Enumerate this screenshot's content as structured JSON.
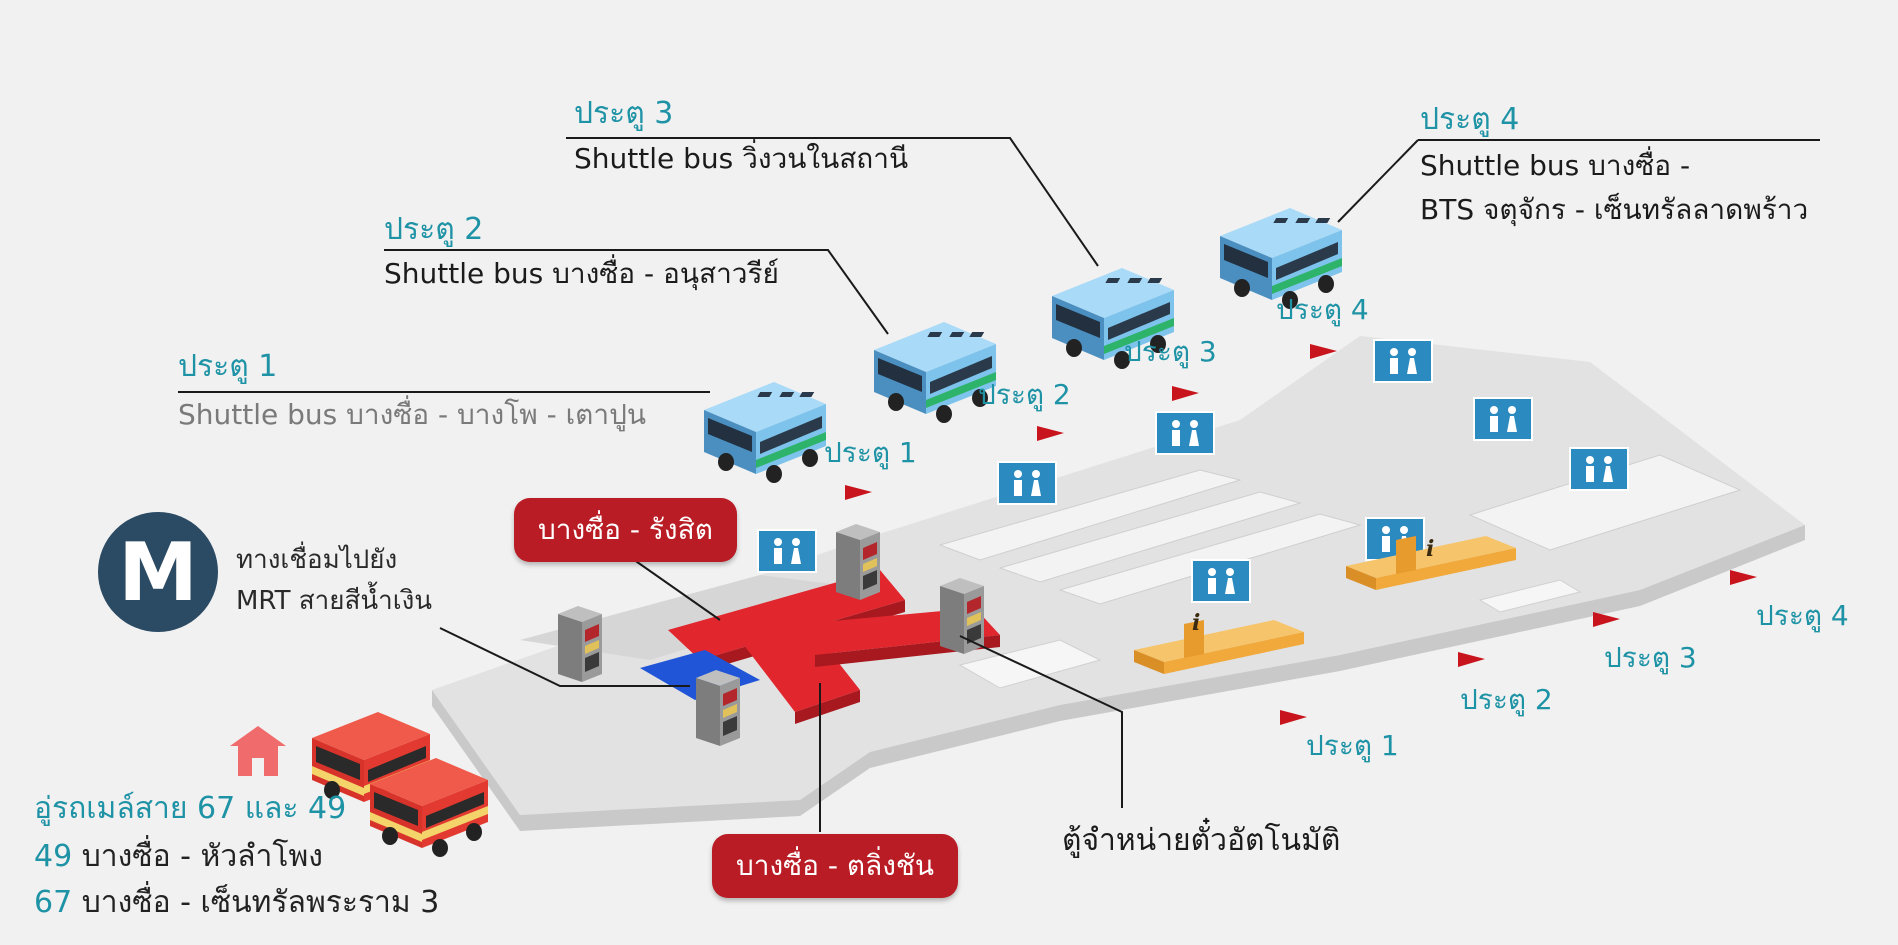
{
  "gates_top": [
    {
      "title": "ประตู 1",
      "route": "Shuttle bus บางซื่อ - บางโพ - เตาปูน"
    },
    {
      "title": "ประตู 2",
      "route": "Shuttle bus บางซื่อ - อนุสาวรีย์"
    },
    {
      "title": "ประตู 3",
      "route": "Shuttle bus วิ่งวนในสถานี"
    },
    {
      "title": "ประตู 4",
      "route_line1": "Shuttle bus บางซื่อ -",
      "route_line2": "BTS จตุจักร - เซ็นทรัลลาดพร้าว"
    }
  ],
  "gates_upper_floor": [
    "ประตู 1",
    "ประตู 2",
    "ประตู 3",
    "ประตู 4"
  ],
  "gates_lower_floor": [
    "ประตู 1",
    "ประตู 2",
    "ประตู 3",
    "ประตู 4"
  ],
  "platforms": {
    "rangsit": "บางซื่อ - รังสิต",
    "taling_chan": "บางซื่อ - ตลิ่งชัน"
  },
  "mrt": {
    "logo_letter": "M",
    "line1": "ทางเชื่อมไปยัง",
    "line2": "MRT สายสีน้ำเงิน"
  },
  "ticket_machine_label": "ตู้จำหน่ายตั๋วอัตโนมัติ",
  "info_marker": "i",
  "city_bus": {
    "depot": "อู่รถเมล์สาย 67 และ 49",
    "routes": [
      {
        "number": "49",
        "desc": "บางซื่อ - หัวลำโพง"
      },
      {
        "number": "67",
        "desc": "บางซื่อ - เซ็นทรัลพระราม 3"
      }
    ]
  },
  "icons": {
    "bus": "shuttle-bus-icon",
    "city_bus": "city-bus-icon",
    "home": "home-icon",
    "toilet": "restroom-sign-icon",
    "ticket": "ticket-machine-icon",
    "info": "info-kiosk-icon",
    "arrow": "gate-arrow-icon"
  },
  "colors": {
    "teal": "#1f93a6",
    "platform_red": "#b91c24",
    "floor_red": "#e2262e",
    "mrt_blue": "#2b4a63",
    "link_blue": "#1f55d6",
    "sign_blue": "#2b8ac0",
    "info_orange": "#f0a93a",
    "bus_blue": "#7ec3ec"
  }
}
